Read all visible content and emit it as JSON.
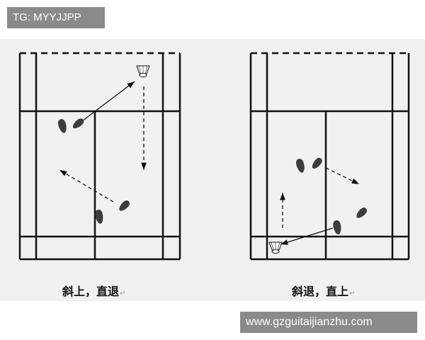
{
  "watermark_top": "TG: MYYJJPP",
  "watermark_bottom": "www.gzguitaijianzhu.com",
  "captions": {
    "left": "斜上，直退",
    "right": "斜退，直上",
    "return_mark": "↵"
  },
  "icons": {
    "shuttlecock": "shuttlecock-icon",
    "footprint": "footprint-icon"
  },
  "colors": {
    "line": "#111111",
    "footprint": "#3d3d3d",
    "panel": "#f1f1f1",
    "watermark": "#8a8a8a"
  }
}
